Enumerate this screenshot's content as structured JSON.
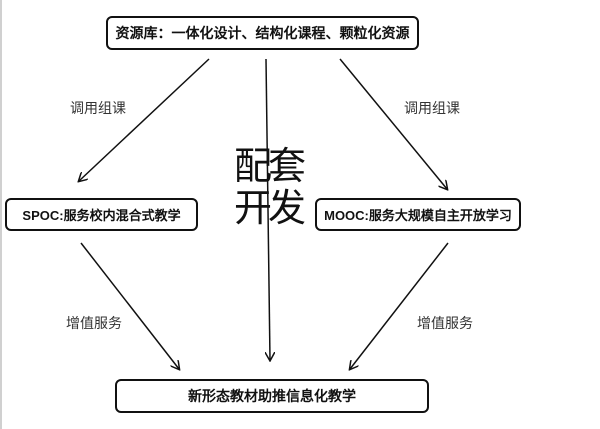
{
  "nodes": {
    "top": "资源库：一体化设计、结构化课程、颗粒化资源",
    "spoc": "SPOC:服务校内混合式教学",
    "mooc": "MOOC:服务大规模自主开放学习",
    "bottom": "新形态教材助推信息化教学"
  },
  "edges": {
    "left_top": "调用组课",
    "right_top": "调用组课",
    "left_bottom": "增值服务",
    "right_bottom": "增值服务",
    "center_line1": "配套",
    "center_line2": "开发"
  }
}
